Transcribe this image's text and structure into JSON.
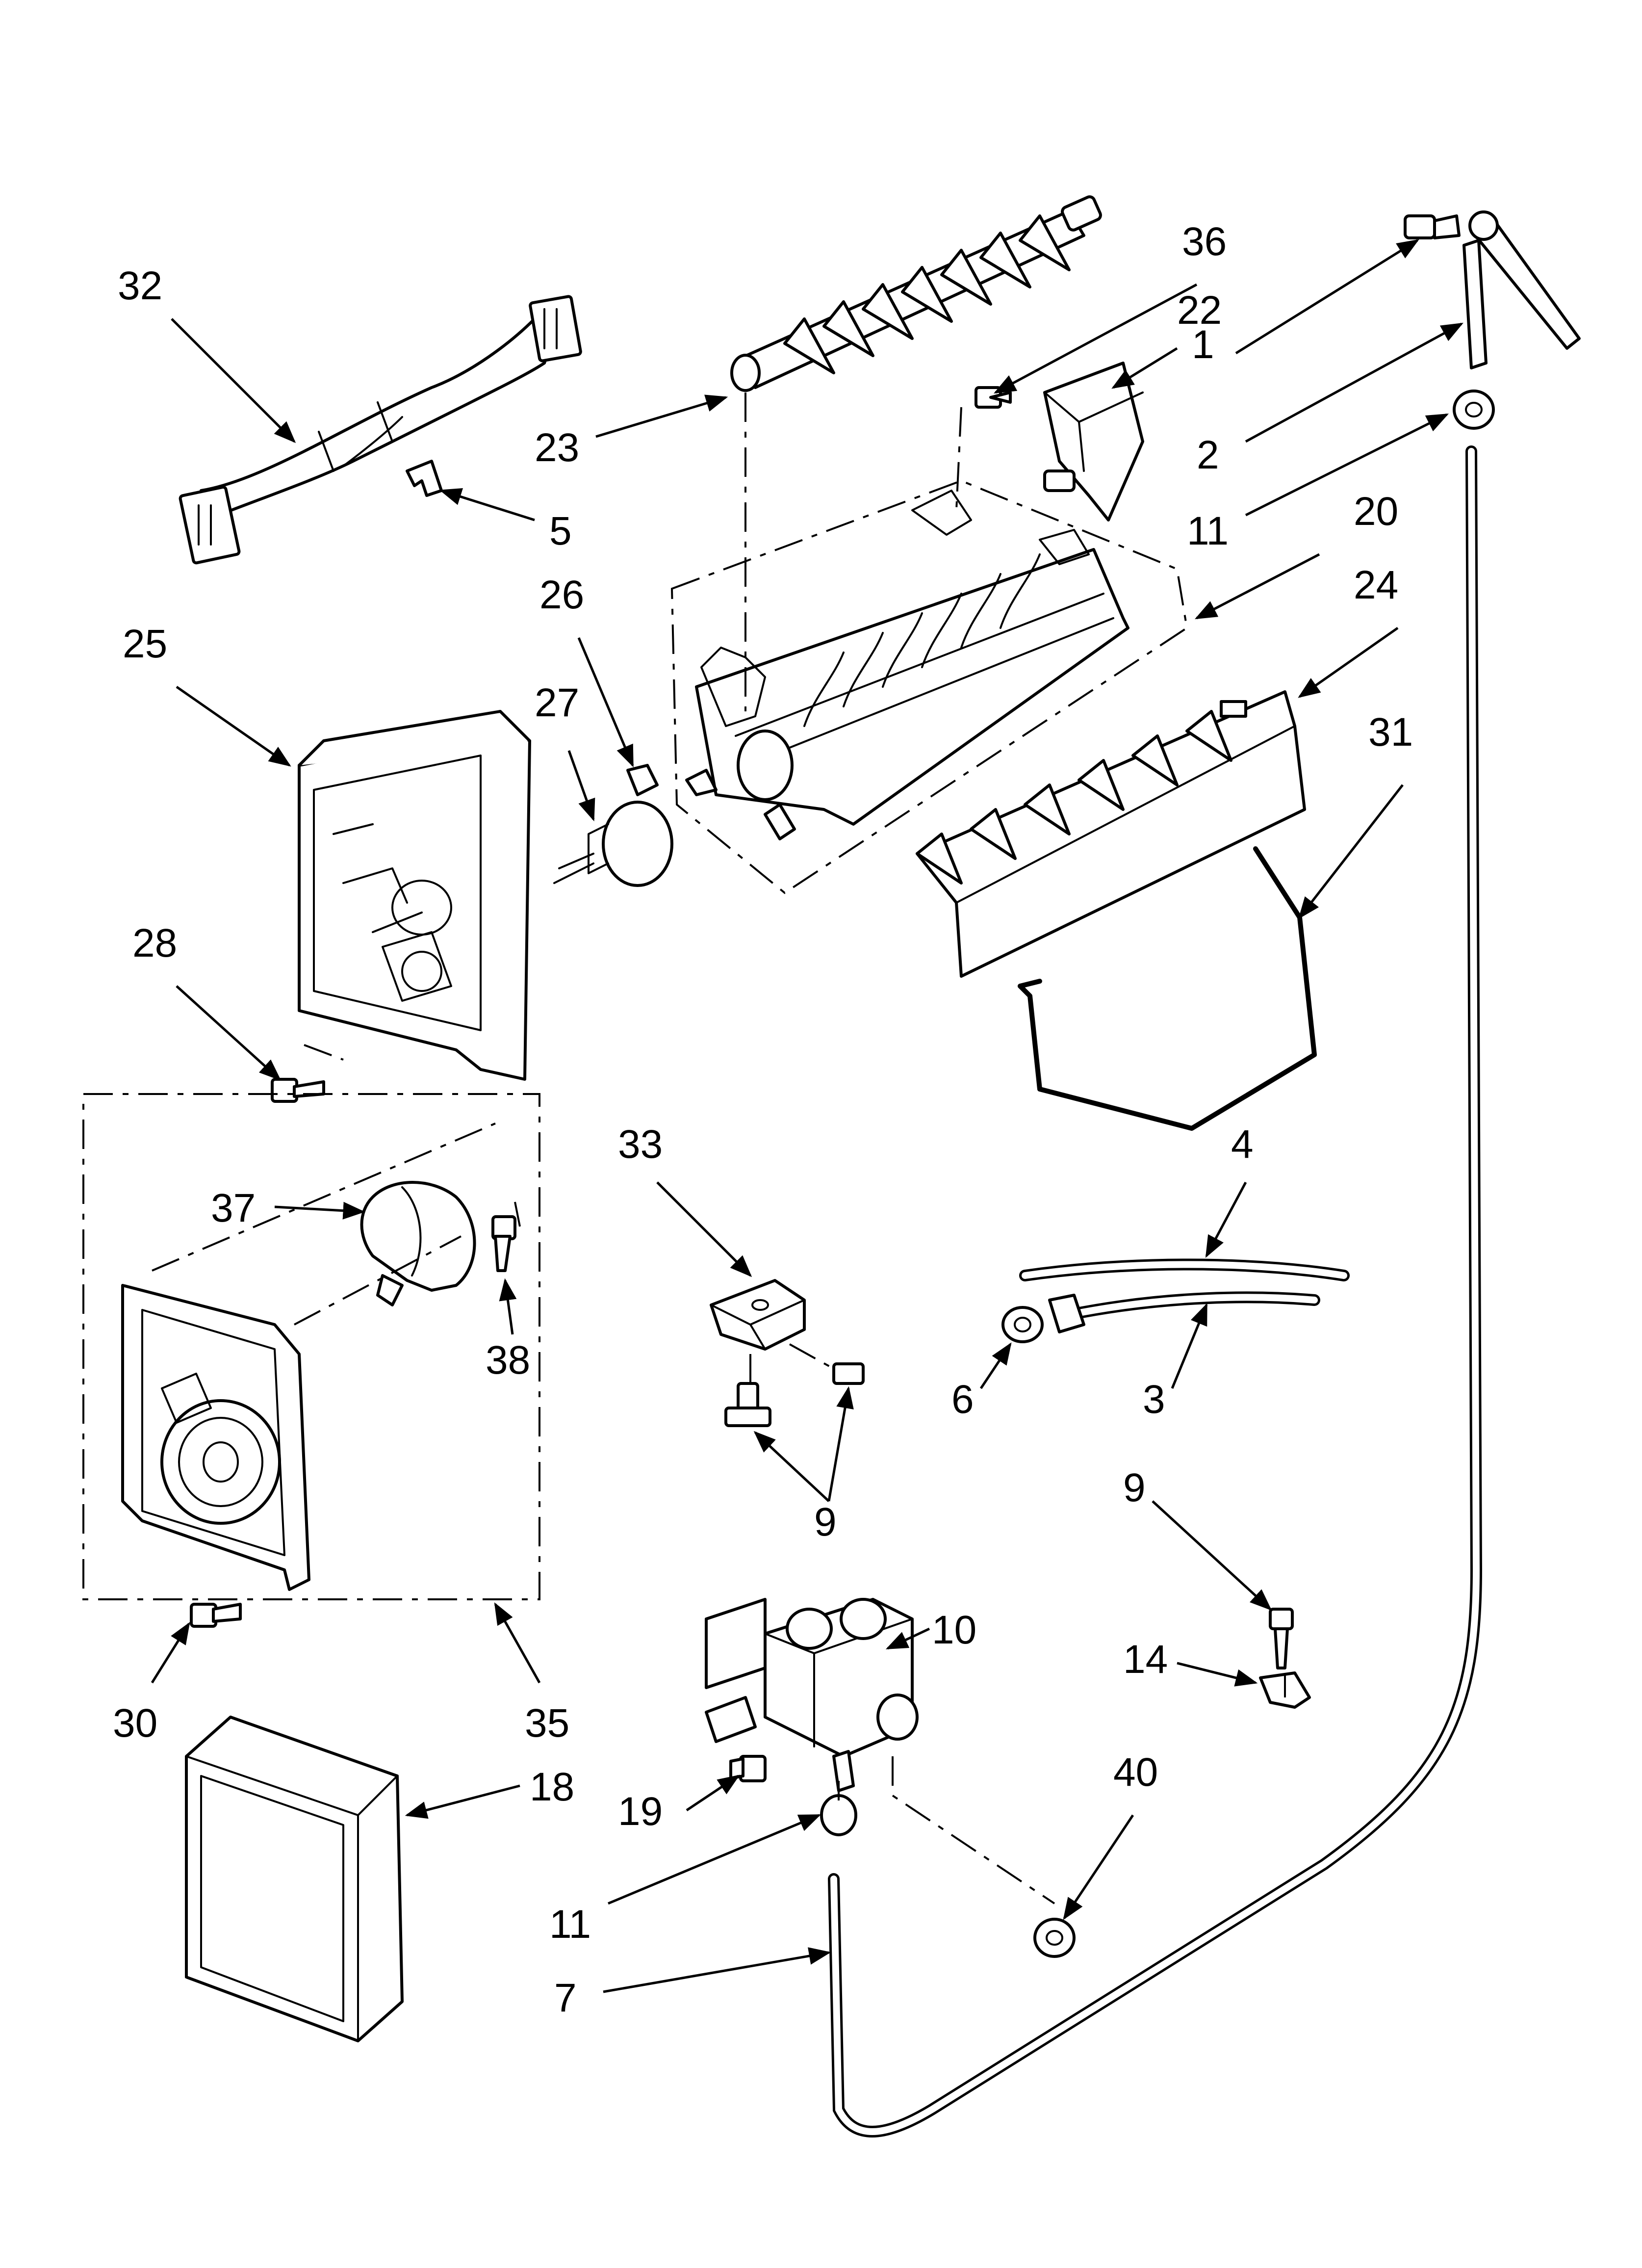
{
  "callouts": [
    {
      "id": "c32",
      "label": "32"
    },
    {
      "id": "c5",
      "label": "5"
    },
    {
      "id": "c23",
      "label": "23"
    },
    {
      "id": "c36",
      "label": "36"
    },
    {
      "id": "c22",
      "label": "22"
    },
    {
      "id": "c1",
      "label": "1"
    },
    {
      "id": "c2",
      "label": "2"
    },
    {
      "id": "c11a",
      "label": "11"
    },
    {
      "id": "c20",
      "label": "20"
    },
    {
      "id": "c24",
      "label": "24"
    },
    {
      "id": "c25",
      "label": "25"
    },
    {
      "id": "c26",
      "label": "26"
    },
    {
      "id": "c27",
      "label": "27"
    },
    {
      "id": "c31",
      "label": "31"
    },
    {
      "id": "c28",
      "label": "28"
    },
    {
      "id": "c33",
      "label": "33"
    },
    {
      "id": "c4",
      "label": "4"
    },
    {
      "id": "c37",
      "label": "37"
    },
    {
      "id": "c38",
      "label": "38"
    },
    {
      "id": "c6",
      "label": "6"
    },
    {
      "id": "c3",
      "label": "3"
    },
    {
      "id": "c9a",
      "label": "9"
    },
    {
      "id": "c9b",
      "label": "9"
    },
    {
      "id": "c10",
      "label": "10"
    },
    {
      "id": "c14",
      "label": "14"
    },
    {
      "id": "c30",
      "label": "30"
    },
    {
      "id": "c35",
      "label": "35"
    },
    {
      "id": "c18",
      "label": "18"
    },
    {
      "id": "c19",
      "label": "19"
    },
    {
      "id": "c40",
      "label": "40"
    },
    {
      "id": "c11b",
      "label": "11"
    },
    {
      "id": "c7",
      "label": "7"
    }
  ]
}
